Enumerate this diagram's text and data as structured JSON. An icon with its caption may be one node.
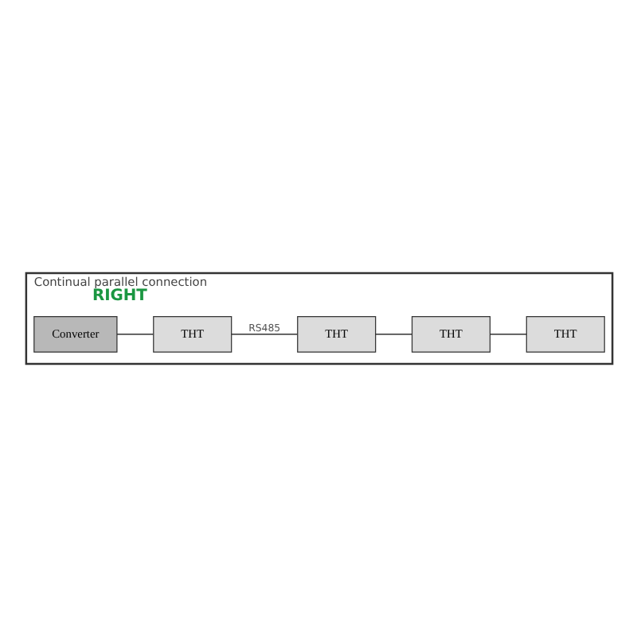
{
  "diagram": {
    "nodes": [
      {
        "text": [
          "Continual parallel connection",
          "RIGHT"
        ]
      },
      {
        "text": [
          "Converter"
        ],
        "in": 0
      },
      {
        "text": [
          "THT"
        ],
        "in": 0
      },
      {
        "text": [
          "THT"
        ],
        "in": 0
      },
      {
        "text": [
          "THT"
        ],
        "in": 0
      },
      {
        "text": [
          "THT"
        ],
        "in": 0
      }
    ],
    "edges": [
      {
        "from": 1,
        "to": 2,
        "arrow": "none"
      },
      {
        "from": 2,
        "to": 3,
        "arrow": "none",
        "label": "RS485"
      },
      {
        "from": 3,
        "to": 4,
        "arrow": "none"
      },
      {
        "from": 4,
        "to": 5,
        "arrow": "none"
      }
    ]
  }
}
